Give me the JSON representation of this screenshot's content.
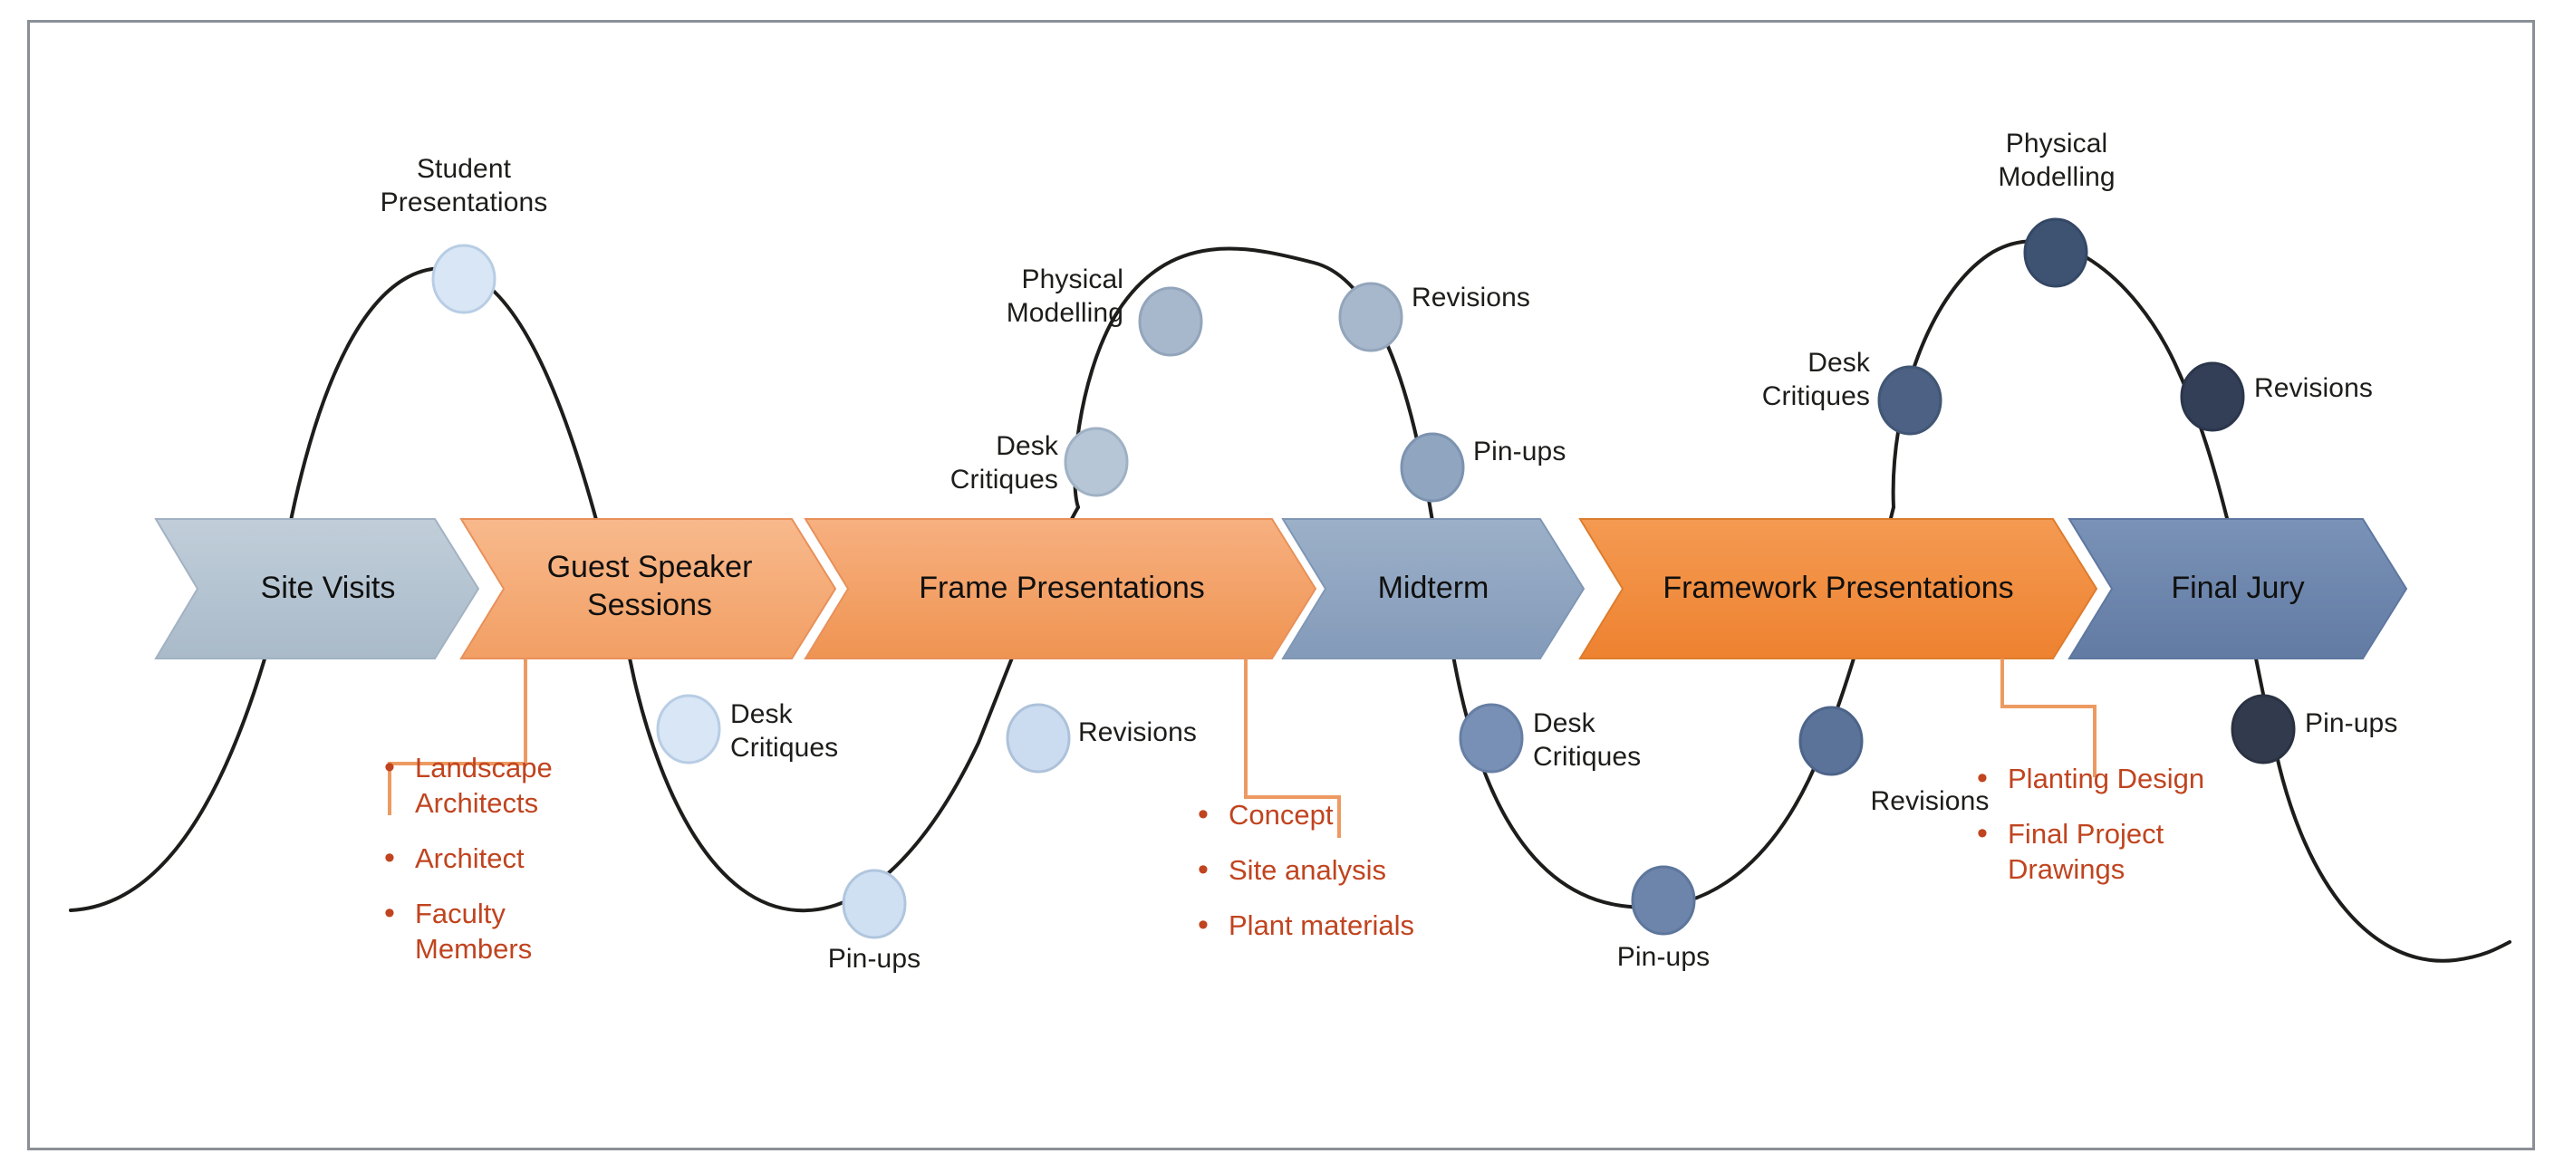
{
  "diagram": {
    "title": "Studio Course Timeline",
    "background": "#ffffff",
    "frame_color": "#8a8f97"
  },
  "palette": {
    "arrow_blue_light": "#b3c2d1",
    "arrow_blue_mid": "#8fa5c0",
    "arrow_blue_dark": "#6d85ab",
    "orange_light": "#f5ab77",
    "orange_dark": "#f18a3f",
    "node_lightest": "#d8e6f6",
    "node_light": "#a8b8cc",
    "node_mid": "#7890b5",
    "node_dark": "#4c6183",
    "node_darkest": "#323b4d",
    "bullet_text": "#c0441f",
    "bullet_connector": "#ed9a62",
    "curve_stroke": "#1d1d1b",
    "stage_text": "#10100f",
    "node_text": "#1d1d1b"
  },
  "stages": [
    {
      "id": "site-visits",
      "label": "Site Visits",
      "fill": "#b3c2d1",
      "kind": "blue"
    },
    {
      "id": "guest-speaker-sessions",
      "label": "Guest Speaker\nSessions",
      "fill": "#f5ab77",
      "kind": "orange"
    },
    {
      "id": "frame-presentations",
      "label": "Frame Presentations",
      "fill": "#f5a367",
      "kind": "orange"
    },
    {
      "id": "midterm",
      "label": "Midterm",
      "fill": "#8fa5c0",
      "kind": "blue"
    },
    {
      "id": "framework-presentations",
      "label": "Framework Presentations",
      "fill": "#f18a3f",
      "kind": "orange"
    },
    {
      "id": "final-jury",
      "label": "Final Jury",
      "fill": "#6d85ab",
      "kind": "blue"
    }
  ],
  "nodes": [
    {
      "id": "student-presentations",
      "label": "Student\nPresentations",
      "fill": "#d8e6f6",
      "align": "center"
    },
    {
      "id": "desk-critiques-1",
      "label": "Desk\nCritiques",
      "fill": "#d8e6f6",
      "align": "left"
    },
    {
      "id": "pin-ups-1",
      "label": "Pin-ups",
      "fill": "#d8e6f6",
      "align": "center"
    },
    {
      "id": "revisions-1",
      "label": "Revisions",
      "fill": "#d8e6f6",
      "align": "left"
    },
    {
      "id": "desk-critiques-2",
      "label": "Desk\nCritiques",
      "fill": "#b7c6d6",
      "align": "right"
    },
    {
      "id": "physical-modelling-1",
      "label": "Physical\nModelling",
      "fill": "#a8b8cc",
      "align": "right"
    },
    {
      "id": "revisions-2",
      "label": "Revisions",
      "fill": "#a8b8cc",
      "align": "left"
    },
    {
      "id": "pin-ups-2",
      "label": "Pin-ups",
      "fill": "#8fa5c0",
      "align": "left"
    },
    {
      "id": "desk-critiques-3",
      "label": "Desk\nCritiques",
      "fill": "#7890b5",
      "align": "left"
    },
    {
      "id": "pin-ups-3",
      "label": "Pin-ups",
      "fill": "#6d85ab",
      "align": "center"
    },
    {
      "id": "revisions-3",
      "label": "Revisions",
      "fill": "#5b7299",
      "align": "center"
    },
    {
      "id": "desk-critiques-4",
      "label": "Desk\nCritiques",
      "fill": "#4c6183",
      "align": "right"
    },
    {
      "id": "physical-modelling-2",
      "label": "Physical\nModelling",
      "fill": "#3e5272",
      "align": "center"
    },
    {
      "id": "revisions-4",
      "label": "Revisions",
      "fill": "#333f57",
      "align": "left"
    },
    {
      "id": "pin-ups-4",
      "label": "Pin-ups",
      "fill": "#323b4d",
      "align": "left"
    }
  ],
  "bullet_groups": [
    {
      "id": "guest-speaker-detail",
      "items": [
        "Landscape\nArchitects",
        "Architect",
        "Faculty\nMembers"
      ]
    },
    {
      "id": "frame-presentation-detail",
      "items": [
        "Concept",
        "Site analysis",
        "Plant materials"
      ]
    },
    {
      "id": "framework-presentation-detail",
      "items": [
        "Planting Design",
        "Final Project\nDrawings"
      ]
    }
  ]
}
